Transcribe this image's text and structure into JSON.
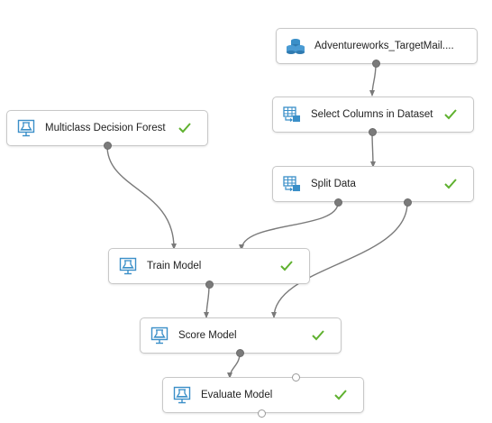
{
  "nodes": {
    "dataset": {
      "label": "Adventureworks_TargetMail....",
      "icon": "dataset-icon",
      "status": ""
    },
    "select_columns": {
      "label": "Select Columns in Dataset",
      "icon": "table-transform-icon",
      "status": "completed"
    },
    "multiclass_forest": {
      "label": "Multiclass Decision Forest",
      "icon": "model-icon",
      "status": "completed"
    },
    "split_data": {
      "label": "Split Data",
      "icon": "table-transform-icon",
      "status": "completed"
    },
    "train_model": {
      "label": "Train Model",
      "icon": "model-icon",
      "status": "completed"
    },
    "score_model": {
      "label": "Score Model",
      "icon": "model-icon",
      "status": "completed"
    },
    "evaluate_model": {
      "label": "Evaluate Model",
      "icon": "model-icon",
      "status": "completed"
    }
  },
  "colors": {
    "icon_blue": "#3a8fc8",
    "check_green": "#5fb12f",
    "wire": "#7a7a7a"
  }
}
